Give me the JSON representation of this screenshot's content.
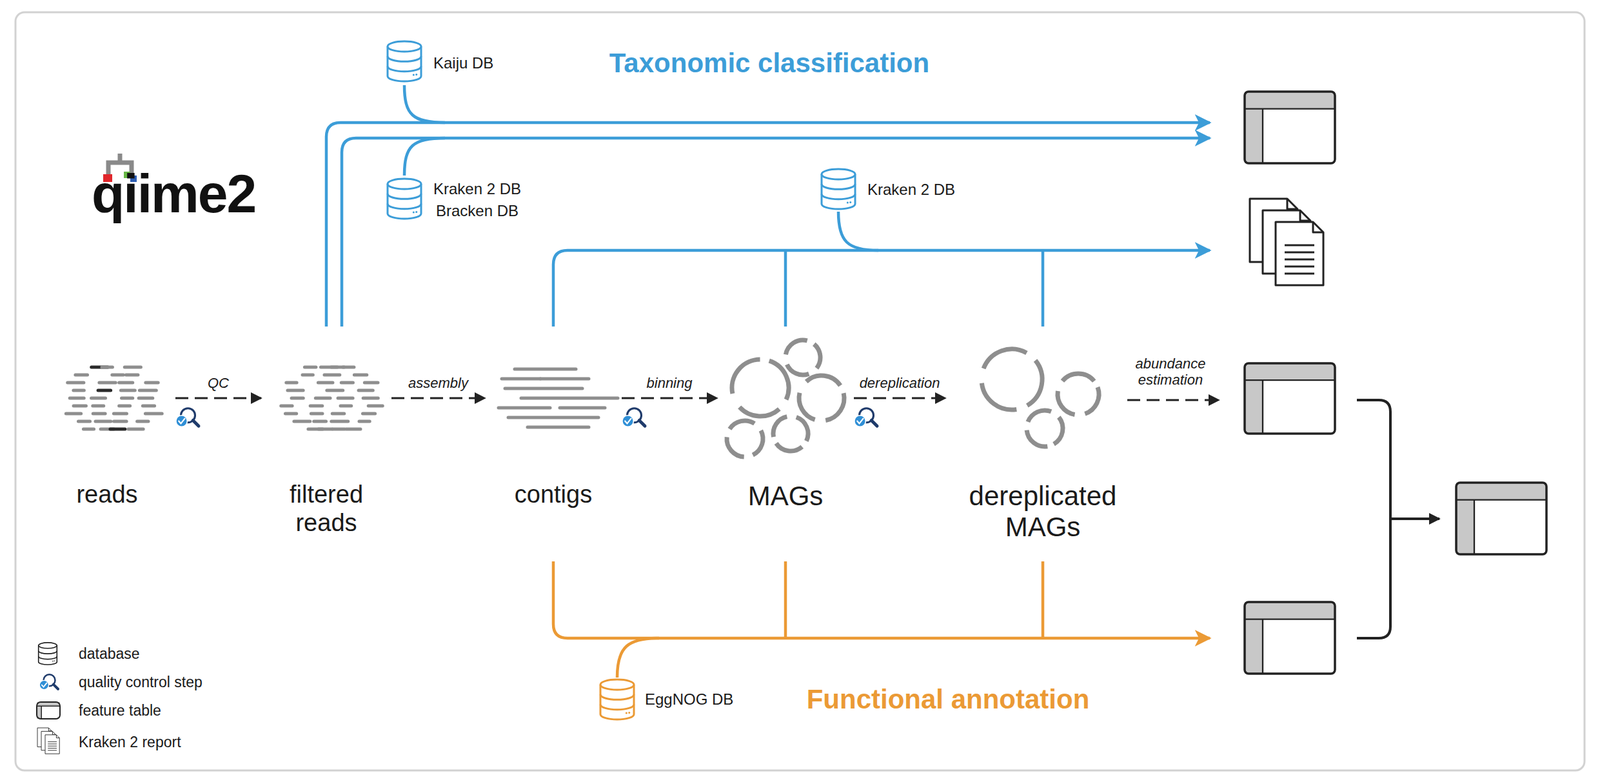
{
  "diagram": {
    "nodes": [
      {
        "text": [
          "reads"
        ]
      },
      {
        "text": [
          "filtered reads"
        ]
      },
      {
        "text": [
          "contigs"
        ]
      },
      {
        "text": [
          "MAGs"
        ]
      },
      {
        "text": [
          "dereplicated MAGs"
        ]
      }
    ],
    "edges": [
      {
        "from": 0,
        "to": 1,
        "label": "QC",
        "arrow": "to"
      },
      {
        "from": 1,
        "to": 2,
        "label": "assembly",
        "arrow": "to"
      },
      {
        "from": 2,
        "to": 3,
        "label": "binning",
        "arrow": "to"
      },
      {
        "from": 3,
        "to": 4,
        "label": "dereplication",
        "arrow": "to"
      }
    ],
    "labels": [
      "qiime2",
      "Taxonomic classification",
      "Kaiju DB",
      "Kraken 2 DB",
      "Bracken DB",
      "Kraken 2 DB",
      "abundance estimation",
      "EggNOG DB",
      "Functional annotation"
    ],
    "legend": [
      {
        "text": "database"
      },
      {
        "text": "quality control step"
      },
      {
        "text": "feature table"
      },
      {
        "text": "Kraken 2 report"
      }
    ]
  }
}
